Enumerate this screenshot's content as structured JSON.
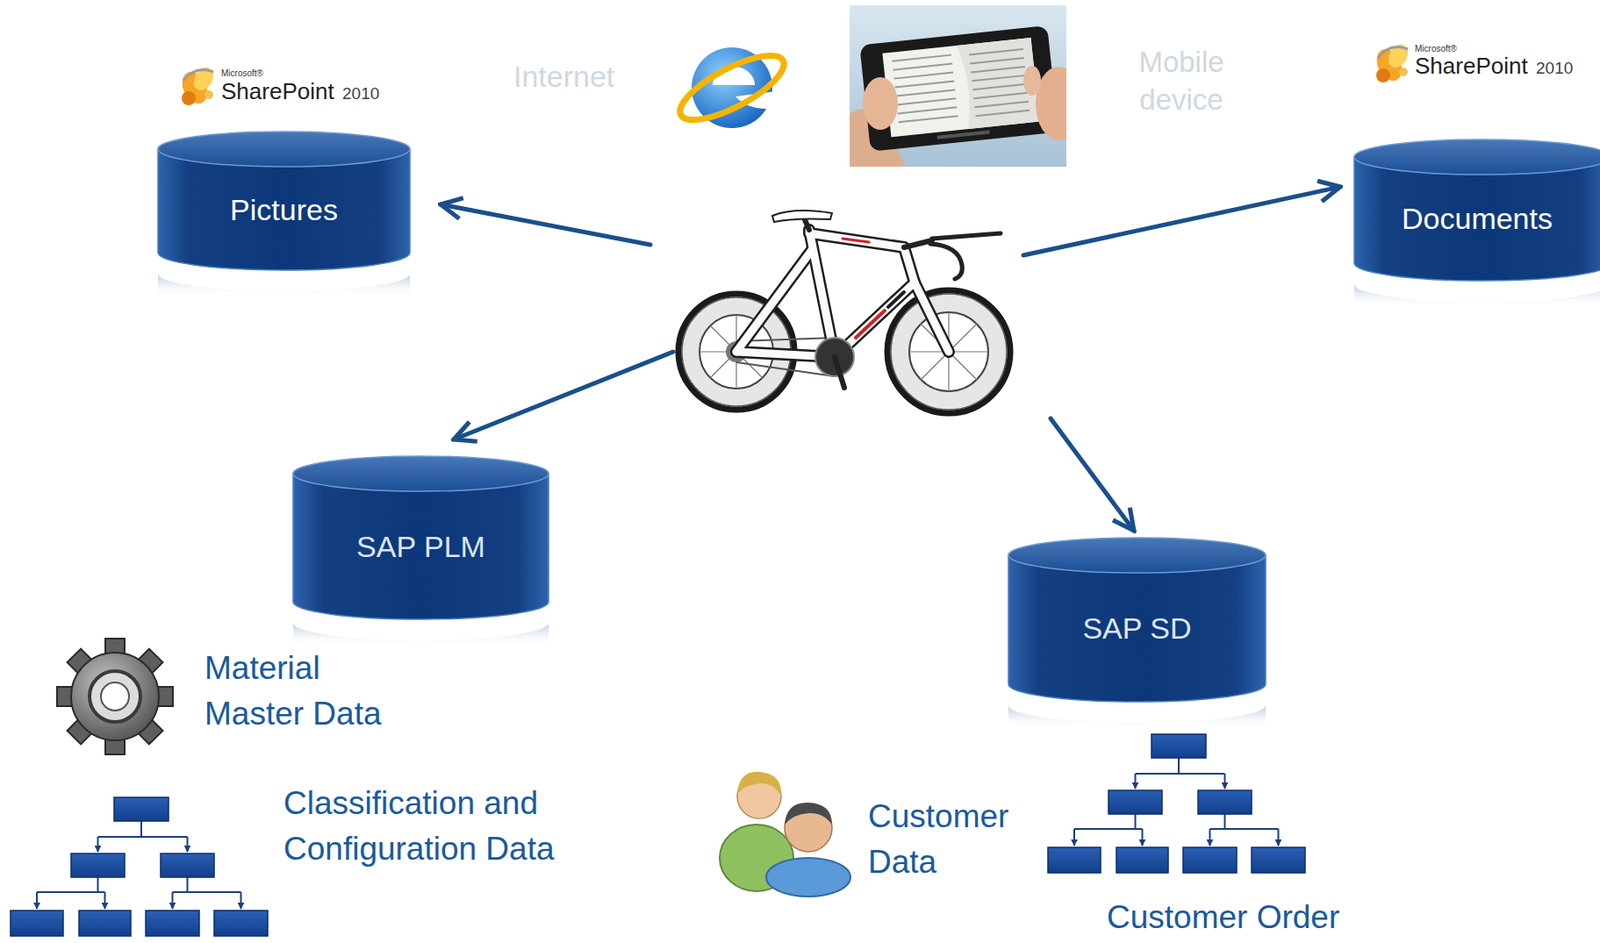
{
  "diagram": {
    "nodes": [
      {
        "text": [
          "Pictures"
        ]
      },
      {
        "text": [
          "Documents"
        ]
      },
      {
        "text": [
          "SAP PLM"
        ]
      },
      {
        "text": [
          "SAP SD"
        ]
      }
    ],
    "labels": [
      "Microsoft®",
      "SharePoint",
      "2010",
      "Internet",
      "Mobile device",
      "Microsoft®",
      "SharePoint",
      "2010",
      "Material Master Data",
      "Classification and Configuration Data",
      "Customer Data",
      "Customer Order"
    ]
  }
}
